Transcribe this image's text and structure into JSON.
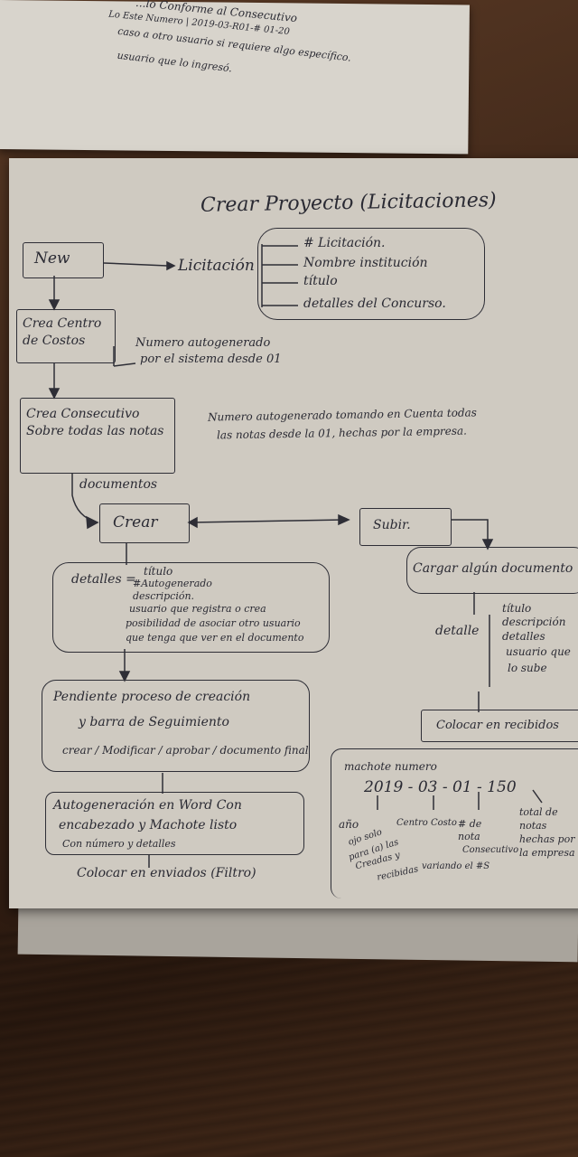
{
  "top_note": {
    "line1": "...lo Conforme al Consecutivo",
    "line2": "Lo Este Numero | 2019-03-R01-# 01-20",
    "line3": "caso a otro usuario si requiere algo específico.",
    "line4": "usuario que lo ingresó."
  },
  "title": "Crear Proyecto (Licitaciones)",
  "new_box": "New",
  "licitacion": "Licitación",
  "licitacion_items": [
    "# Licitación.",
    "Nombre institución",
    "título",
    "detalles del Concurso."
  ],
  "crea_centro": "Crea Centro de Costos",
  "crea_centro_note": [
    "Numero autogenerado",
    "por el sistema desde 01"
  ],
  "crea_consecutivo": "Crea Consecutivo Sobre todas las notas",
  "crea_consecutivo_note": [
    "Numero autogenerado tomando en Cuenta todas",
    "las notas desde la 01, hechas por la empresa."
  ],
  "documentos": "documentos",
  "crear": "Crear",
  "subir": "Subir.",
  "detalles_label": "detalles =",
  "detalles_items": [
    "título",
    "#Autogenerado",
    "descripción.",
    "usuario que registra o crea",
    "posibilidad de asociar otro usuario",
    "que tenga que ver en el documento"
  ],
  "cargar": "Cargar algún documento",
  "detalle_label": "detalle",
  "detalle_items": [
    "título",
    "descripción",
    "detalles",
    "usuario que",
    "lo sube"
  ],
  "pendiente": [
    "Pendiente proceso de creación",
    "y barra de Seguimiento",
    "crear / Modificar / aprobar / documento final"
  ],
  "colocar_recibidos": "Colocar en recibidos",
  "autogeneracion": [
    "Autogeneración en Word Con",
    "encabezado y Machote listo",
    "Con número y detalles"
  ],
  "colocar_enviados": "Colocar en enviados (Filtro)",
  "machote": {
    "label": "machote numero",
    "value": "2019 - 03 - 01 - 150",
    "parts": [
      "año",
      "Centro Costo",
      "# de nota",
      "total de notas hechas por la empresa"
    ],
    "extra": "Consecutivo",
    "ojo": [
      "ojo solo",
      "para (a) las",
      "Creadas y",
      "recibidas",
      "variando el #S"
    ]
  }
}
